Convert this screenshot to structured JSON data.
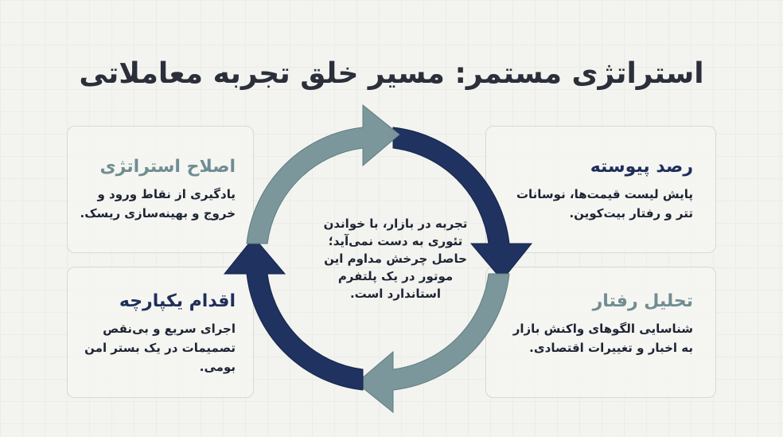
{
  "title": "استراتژی مستمر: مسیر خلق تجربه معاملاتی",
  "center_text": "تجربه در بازار، با خواندن تئوری به دست نمی‌آید؛ حاصل چرخش مداوم این موتور در یک پلتفرم استاندارد است.",
  "cards": {
    "top_right": {
      "title": "رصد پیوسته",
      "desc": "پایش لیست قیمت‌ها، نوسانات تتر و رفتار بیت‌کوین."
    },
    "bottom_right": {
      "title": "تحلیل رفتار",
      "desc": "شناسایی الگوهای واکنش بازار به اخبار و تغییرات اقتصادی."
    },
    "top_left": {
      "title": "اصلاح استراتژی",
      "desc": "یادگیری از نقاط ورود و خروج و بهینه‌سازی ریسک."
    },
    "bottom_left": {
      "title": "اقدام یکپارچه",
      "desc": "اجرای سریع و بی‌نقص تصمیمات در یک بستر امن بومی."
    }
  },
  "colors": {
    "navy": "#1f3260",
    "teal": "#7b979b",
    "background": "#f3f3f0"
  }
}
